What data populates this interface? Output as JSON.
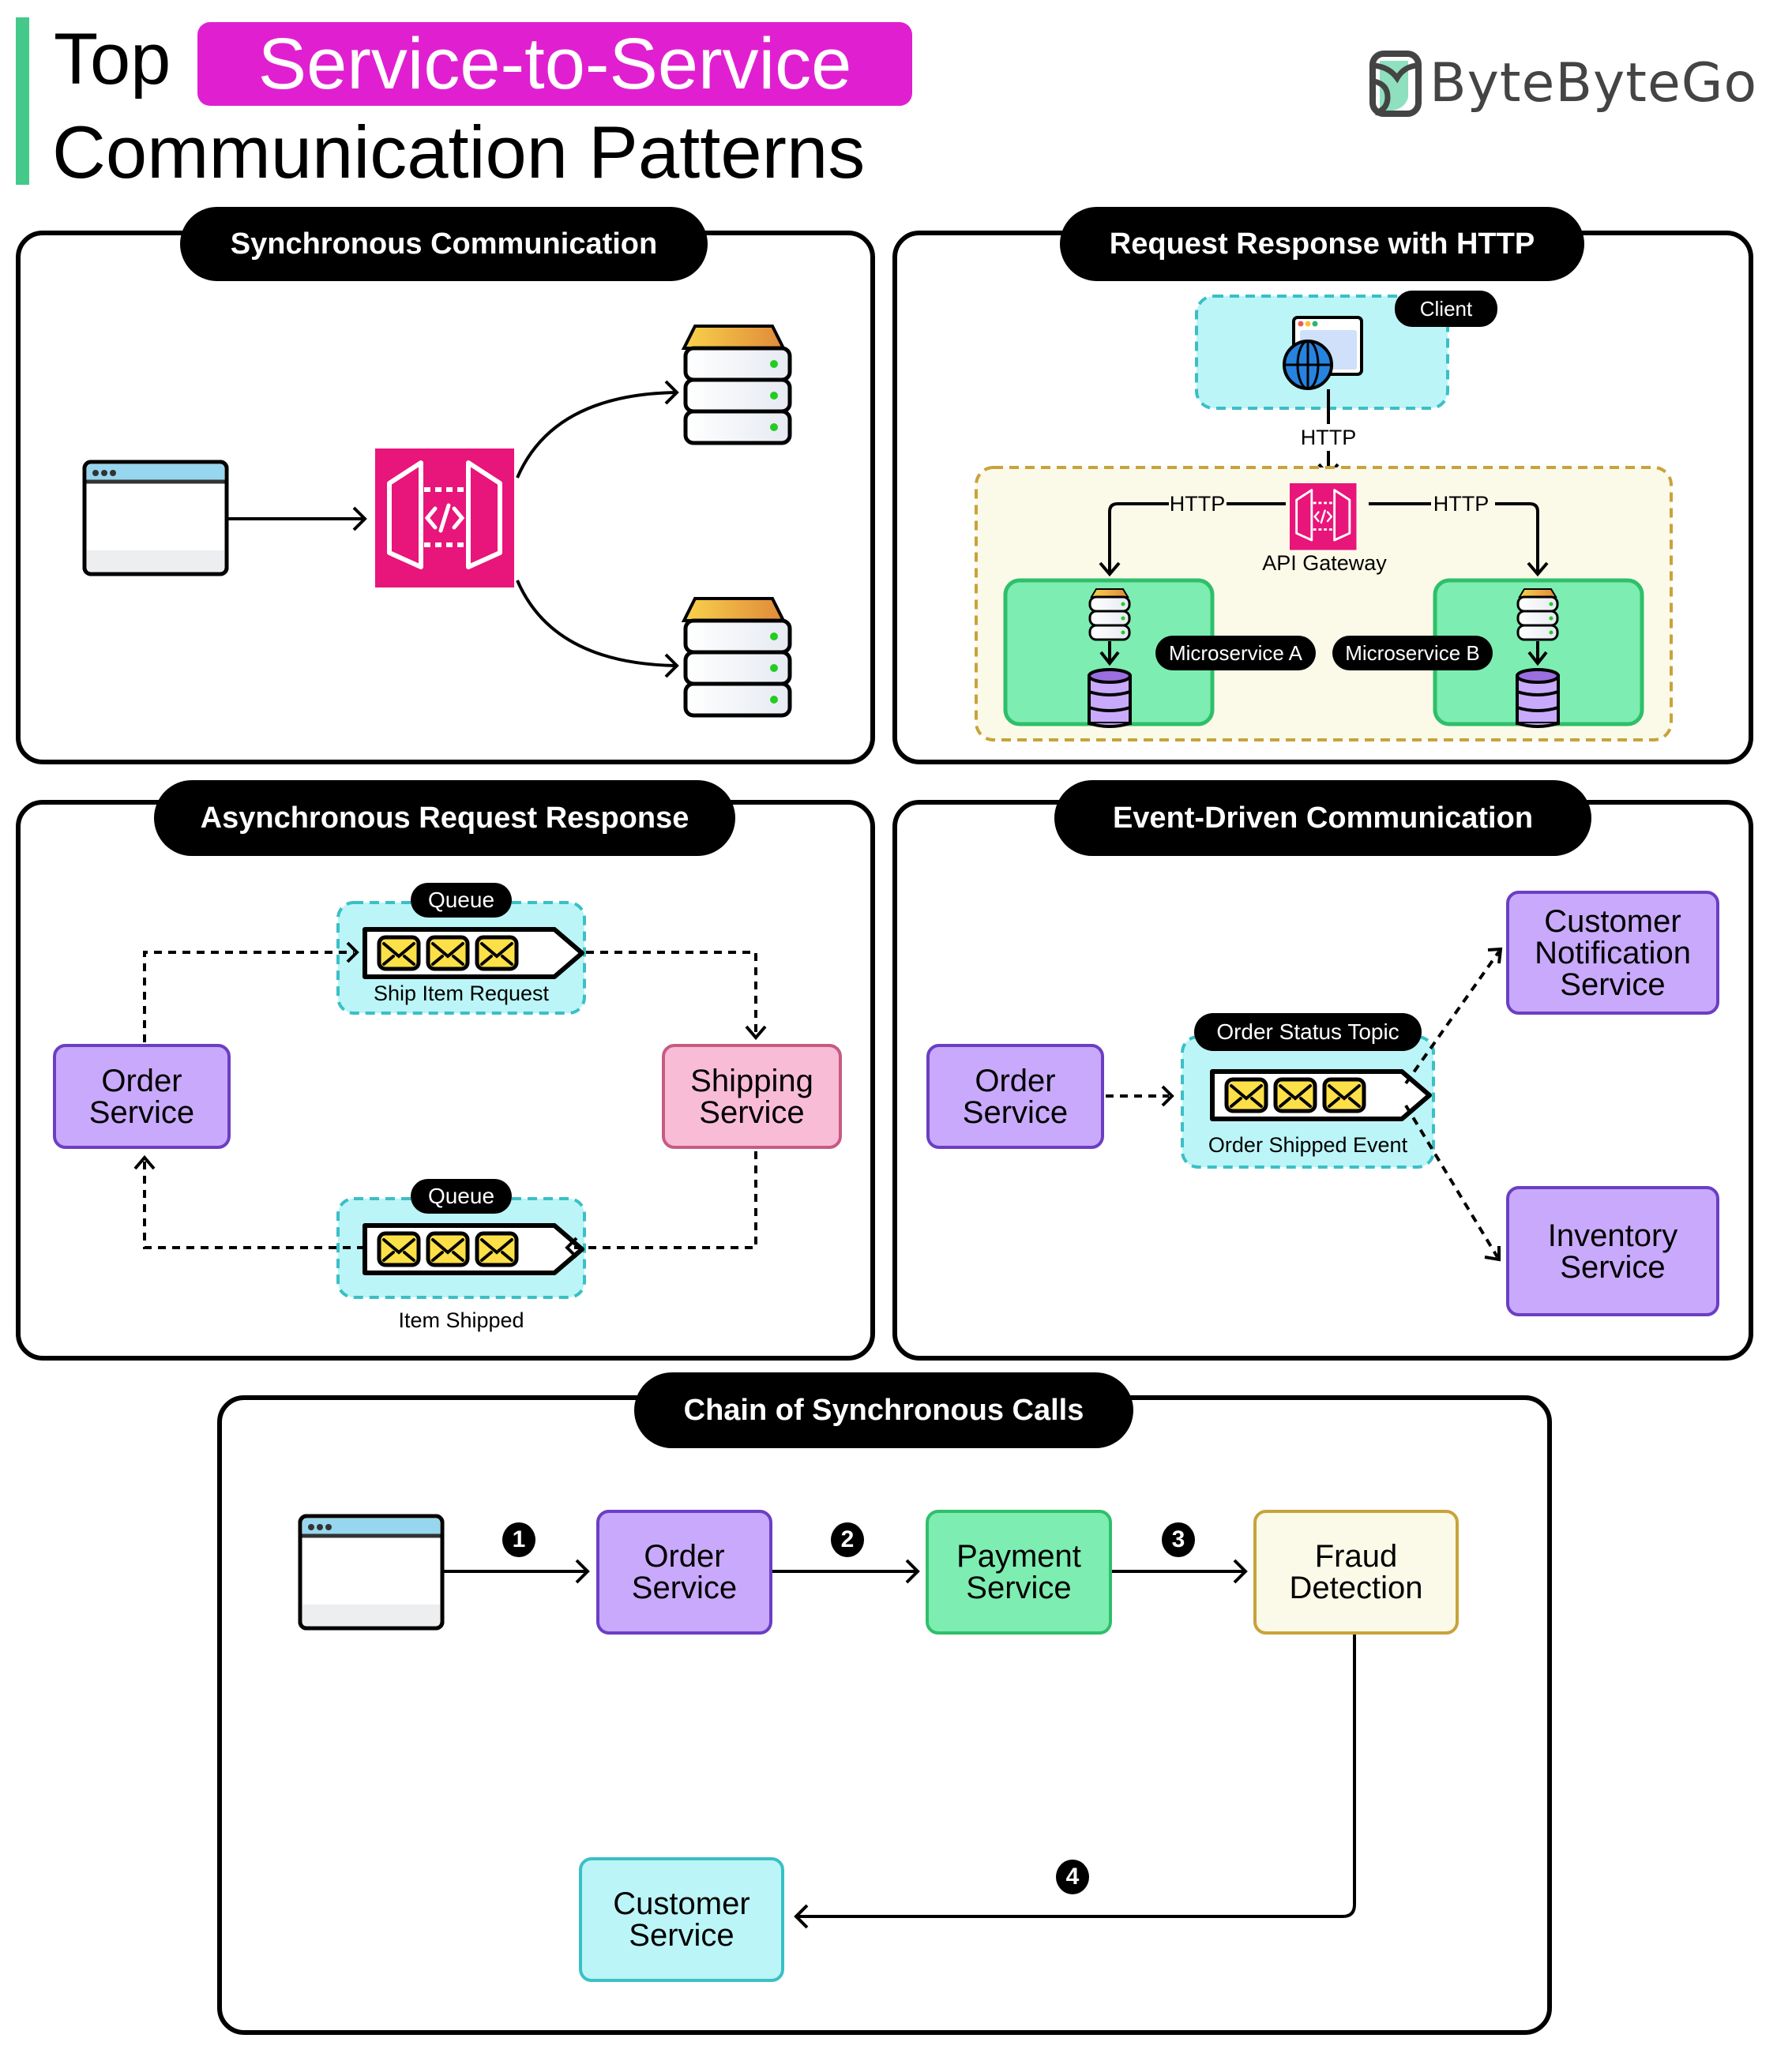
{
  "header": {
    "title_prefix": "Top",
    "title_highlight": "Service-to-Service",
    "title_line2": "Communication Patterns",
    "brand": "ByteByteGo",
    "accent_color": "#e020d0",
    "bar_color": "#44c98a"
  },
  "panels": {
    "sync": {
      "title": "Synchronous Communication",
      "nodes": [
        "client-window",
        "api-gateway",
        "server-top",
        "server-bottom"
      ]
    },
    "http": {
      "title": "Request Response with HTTP",
      "client_tag": "Client",
      "http_label": "HTTP",
      "http_left": "HTTP",
      "http_right": "HTTP",
      "gateway_label": "API Gateway",
      "service_a": "Microservice A",
      "service_b": "Microservice B"
    },
    "async": {
      "title": "Asynchronous Request Response",
      "order_line1": "Order",
      "order_line2": "Service",
      "shipping_line1": "Shipping",
      "shipping_line2": "Service",
      "queue_top_tag": "Queue",
      "queue_top_label": "Ship Item Request",
      "queue_bottom_tag": "Queue",
      "queue_bottom_label": "Item Shipped"
    },
    "event": {
      "title": "Event-Driven Communication",
      "order_line1": "Order",
      "order_line2": "Service",
      "topic_tag": "Order Status Topic",
      "topic_label": "Order Shipped Event",
      "notif_line1": "Customer",
      "notif_line2": "Notification",
      "notif_line3": "Service",
      "inv_line1": "Inventory",
      "inv_line2": "Service"
    },
    "chain": {
      "title": "Chain of Synchronous Calls",
      "steps": [
        "1",
        "2",
        "3",
        "4"
      ],
      "order_line1": "Order",
      "order_line2": "Service",
      "payment_line1": "Payment",
      "payment_line2": "Service",
      "fraud_line1": "Fraud",
      "fraud_line2": "Detection",
      "customer_line1": "Customer",
      "customer_line2": "Service"
    }
  }
}
